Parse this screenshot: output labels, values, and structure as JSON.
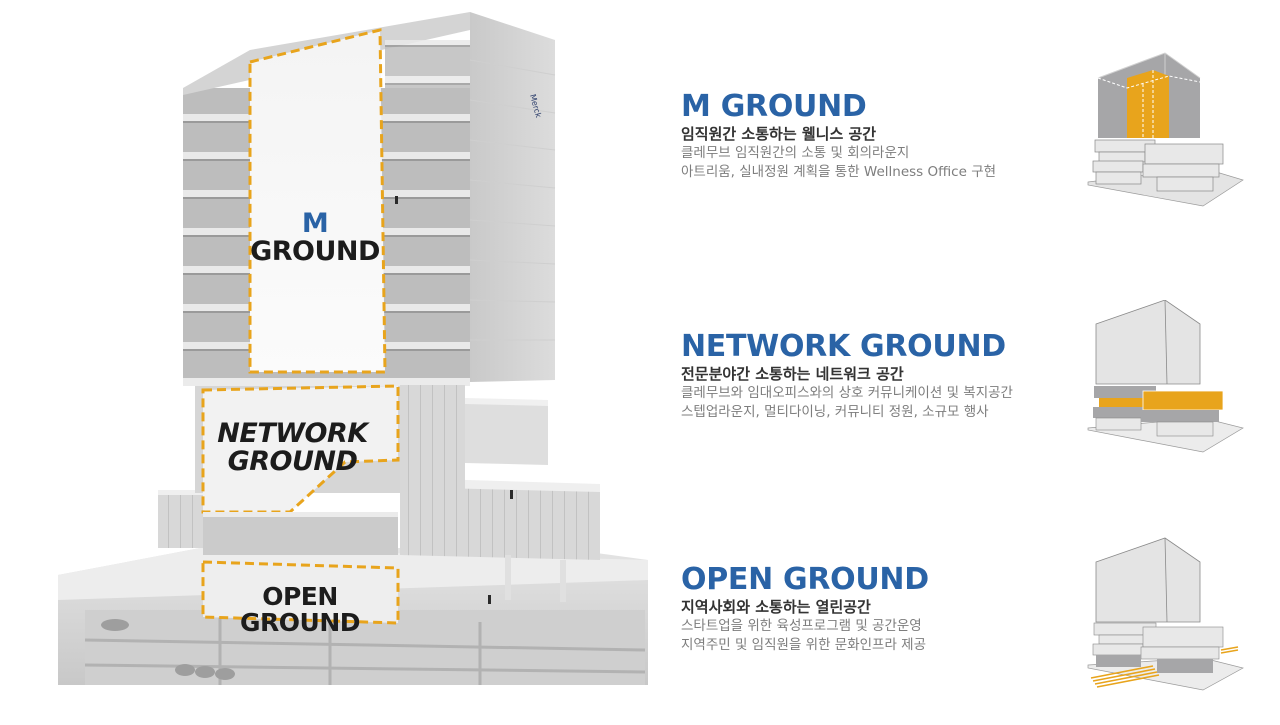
{
  "building": {
    "labels": {
      "m_ground": {
        "line1": "M",
        "line2": "GROUND"
      },
      "network_ground": {
        "line1": "NETWORK",
        "line2": "GROUND"
      },
      "open_ground": {
        "line1": "OPEN GROUND"
      }
    },
    "signage": "Merck"
  },
  "sections": [
    {
      "title": "M GROUND",
      "subtitle": "임직원간 소통하는 웰니스 공간",
      "desc": [
        "클레무브 임직원간의 소통 및 회의라운지",
        "아트리움, 실내정원 계획을 통한 Wellness Office 구현"
      ],
      "diagram_icon": "tower-atrium-highlight-icon"
    },
    {
      "title": "NETWORK GROUND",
      "subtitle": "전문분야간 소통하는 네트워크 공간",
      "desc": [
        "클레무브와 임대오피스와의 상호 커뮤니케이션 및 복지공간",
        "스텝업라운지, 멀티다이닝, 커뮤니티 정원, 소규모 행사"
      ],
      "diagram_icon": "podium-floors-highlight-icon"
    },
    {
      "title": "OPEN GROUND",
      "subtitle": "지역사회와 소통하는 열린공간",
      "desc": [
        "스타트업을 위한 육성프로그램 및 공간운영",
        "지역주민 및 임직원을 위한 문화인프라 제공"
      ],
      "diagram_icon": "ground-plaza-highlight-icon"
    }
  ],
  "colors": {
    "accent_blue": "#2a63a6",
    "highlight_orange": "#e8a41c",
    "dashed_outline": "#e9a82a",
    "massing_gray": "#a6a6a8",
    "massing_light": "#e6e6e6"
  }
}
